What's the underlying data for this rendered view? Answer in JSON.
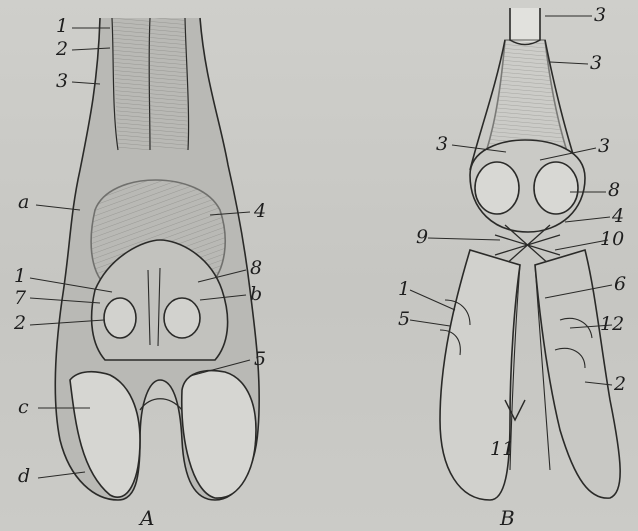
{
  "panels": [
    {
      "letter": "A",
      "labels": [
        "1",
        "2",
        "3",
        "a",
        "4",
        "1",
        "8",
        "7",
        "b",
        "2",
        "5",
        "c",
        "d"
      ]
    },
    {
      "letter": "B",
      "labels": [
        "3",
        "3",
        "3",
        "3",
        "8",
        "4",
        "9",
        "10",
        "1",
        "6",
        "5",
        "12",
        "2",
        "11"
      ]
    }
  ]
}
